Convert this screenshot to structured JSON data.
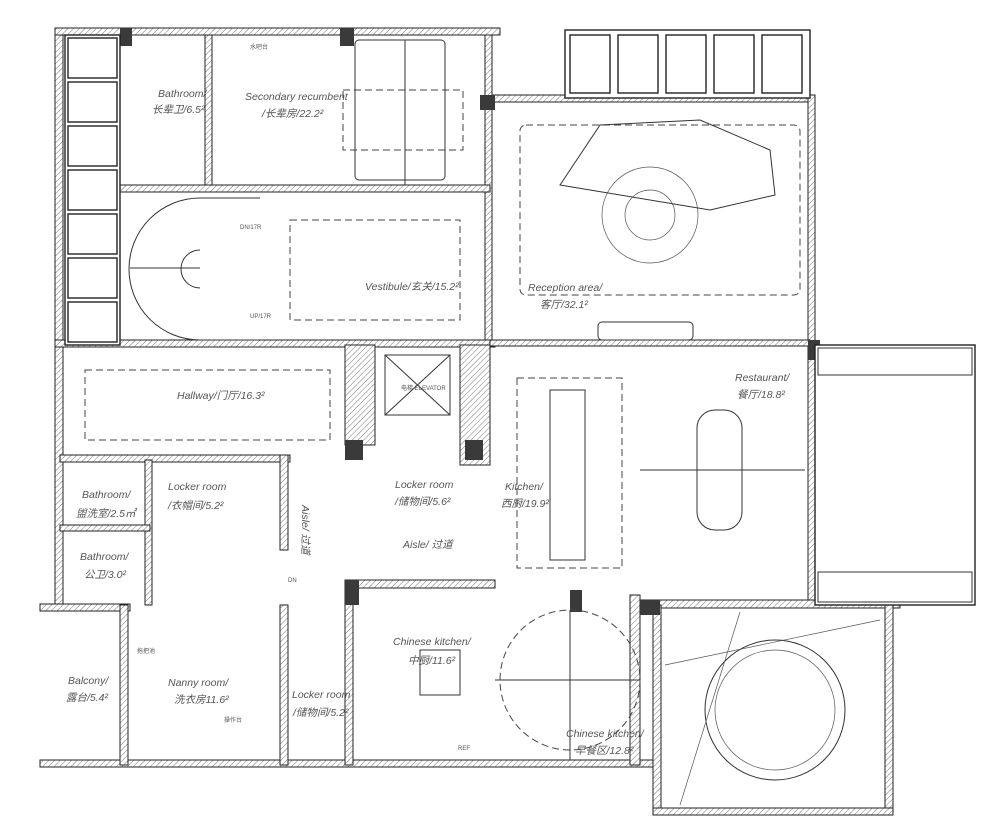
{
  "rooms": {
    "bathroom_elder": {
      "en": "Bathroom/",
      "cn": "长辈卫/6.5²"
    },
    "secondary_bedroom": {
      "en": "Secondary recumbent",
      "cn": "/长辈房/22.2²"
    },
    "vestibule": {
      "label": "Vestibule/玄关/15.2²"
    },
    "reception": {
      "en": "Reception area/",
      "cn": "客厅/32.1²"
    },
    "hallway": {
      "label": "Hallway/门厅/16.3²"
    },
    "restaurant": {
      "en": "Restaurant/",
      "cn": "餐厅/18.8²"
    },
    "kitchen": {
      "en": "Kitchen/",
      "cn": "西厨/19.9²"
    },
    "locker_storage": {
      "en": "Locker room",
      "cn": "/储物间/5.6²"
    },
    "aisle": {
      "label": "Aisle/ 过道"
    },
    "aisle_vertical": {
      "label": "Aisle/ 过道"
    },
    "bathroom_wash": {
      "en": "Bathroom/",
      "cn": "盥洗室/2.5㎡"
    },
    "locker_cloak": {
      "en": "Locker room",
      "cn": "/衣帽间/5.2²"
    },
    "bathroom_public": {
      "en": "Bathroom/",
      "cn": "公卫/3.0²"
    },
    "balcony": {
      "en": "Balcony/",
      "cn": "露台/5.4²"
    },
    "nanny": {
      "en": "Nanny room/",
      "cn": "洗衣房11.6²"
    },
    "locker_storage2": {
      "en": "Locker room",
      "cn": "/储物间/5.2²"
    },
    "chinese_kitchen": {
      "en": "Chinese kitchen/",
      "cn": "中厨/11.6²"
    },
    "breakfast": {
      "en": "Chinese kitchen/",
      "cn": "早餐区/12.8²"
    }
  },
  "annotations": {
    "water_bar": "水吧台",
    "elevator": "电梯 ELEVATOR",
    "stair_down": "DN/17R",
    "stair_up": "UP/17R",
    "dn": "DN",
    "mop_sink": "拖把池",
    "counter": "操作台",
    "ref": "REF"
  }
}
